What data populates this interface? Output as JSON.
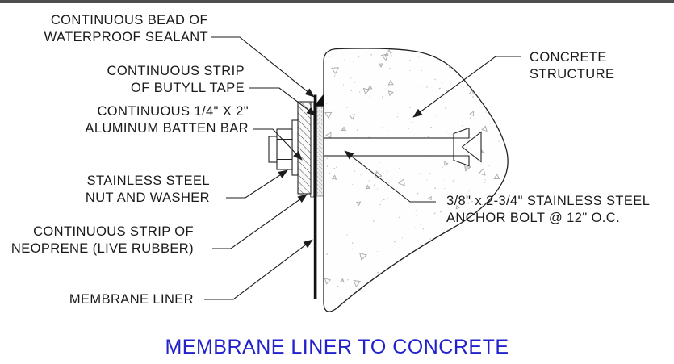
{
  "drawing": {
    "title": "MEMBRANE LINER TO CONCRETE",
    "labels": {
      "sealant": {
        "line1": "CONTINUOUS BEAD OF",
        "line2": "WATERPROOF SEALANT"
      },
      "butyl": {
        "line1": "CONTINUOUS STRIP",
        "line2": "OF BUTYLL TAPE"
      },
      "batten": {
        "line1": "CONTINUOUS 1/4\" X 2\"",
        "line2": "ALUMINUM BATTEN BAR"
      },
      "nut": {
        "line1": "STAINLESS STEEL",
        "line2": "NUT AND WASHER"
      },
      "neoprene": {
        "line1": "CONTINUOUS STRIP OF",
        "line2": "NEOPRENE (LIVE RUBBER)"
      },
      "membrane": {
        "line1": "MEMBRANE LINER"
      },
      "concrete": {
        "line1": "CONCRETE",
        "line2": "STRUCTURE"
      },
      "anchor": {
        "line1": "3/8\" x 2-3/4\" STAINLESS STEEL",
        "line2": "ANCHOR BOLT @ 12\" O.C."
      }
    },
    "colors": {
      "title_blue": "#2222cc",
      "line_black": "#1c1c1c",
      "texture_gray": "#a8a8a8",
      "dot_gray": "#c2c2c2",
      "topbar_gray": "#4e4e4e"
    }
  }
}
